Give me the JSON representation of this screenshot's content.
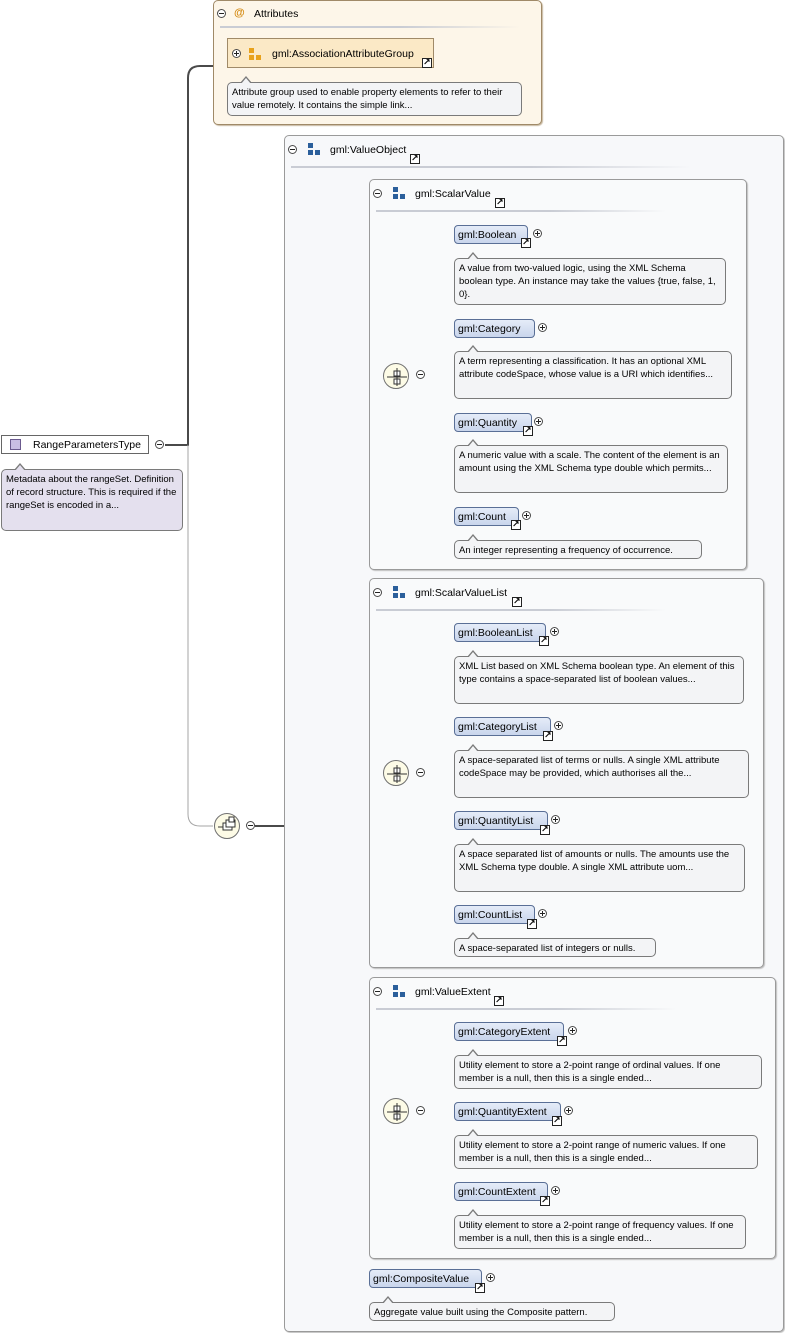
{
  "root": {
    "name": "RangeParametersType",
    "doc": "Metadata about the rangeSet. Definition of record structure. This is required if the rangeSet is encoded in a..."
  },
  "attributes": {
    "title": "Attributes",
    "group_name": "gml:AssociationAttributeGroup",
    "doc": "Attribute group used to enable property elements to refer to their value remotely. It contains the simple link..."
  },
  "value_object": {
    "name": "gml:ValueObject",
    "scalar_value": {
      "name": "gml:ScalarValue",
      "elements": [
        {
          "name": "gml:Boolean",
          "doc": "A value from two-valued logic, using the XML Schema boolean type. An instance may take the values {true, false, 1, 0}."
        },
        {
          "name": "gml:Category",
          "doc": "A term representing a classification. It has an optional XML attribute codeSpace, whose value is a URI which identifies..."
        },
        {
          "name": "gml:Quantity",
          "doc": "A numeric value with a scale. The content of the element is an amount using the XML Schema type double which permits..."
        },
        {
          "name": "gml:Count",
          "doc": "An integer representing a frequency of occurrence."
        }
      ]
    },
    "scalar_value_list": {
      "name": "gml:ScalarValueList",
      "elements": [
        {
          "name": "gml:BooleanList",
          "doc": "XML List based on XML Schema boolean type. An element of this type contains a space-separated list of boolean values..."
        },
        {
          "name": "gml:CategoryList",
          "doc": "A space-separated list of terms or nulls. A single XML attribute codeSpace may be provided, which authorises all the..."
        },
        {
          "name": "gml:QuantityList",
          "doc": "A space separated list of amounts or nulls. The amounts use the XML Schema type double. A single XML attribute uom..."
        },
        {
          "name": "gml:CountList",
          "doc": "A space-separated list of integers or nulls."
        }
      ]
    },
    "value_extent": {
      "name": "gml:ValueExtent",
      "elements": [
        {
          "name": "gml:CategoryExtent",
          "doc": "Utility element to store a 2-point range of ordinal values. If one member is a null, then this is a single ended..."
        },
        {
          "name": "gml:QuantityExtent",
          "doc": "Utility element to store a 2-point range of numeric values. If one member is a null, then this is a single ended..."
        },
        {
          "name": "gml:CountExtent",
          "doc": "Utility element to store a 2-point range of frequency values. If one member is a null, then this is a single ended..."
        }
      ]
    },
    "composite_value": {
      "name": "gml:CompositeValue",
      "doc": "Aggregate value built using the Composite pattern."
    }
  },
  "colors": {
    "element_fill": "#d3ddf0",
    "element_border": "#5a6f96",
    "attribute_box_fill": "#fdf6e9",
    "compositor_fill": "#fdfbe6",
    "complex_type_icon": "#c9bde3",
    "group_icon": "#2b5f9b",
    "attribute_group_icon": "#e8a21c"
  },
  "icons": [
    "complex-type-icon",
    "attribute-icon",
    "attribute-group-icon",
    "group-icon",
    "sequence-compositor-icon",
    "choice-compositor-icon",
    "link-arrow-icon",
    "collapse-toggle-icon",
    "expand-toggle-icon"
  ]
}
